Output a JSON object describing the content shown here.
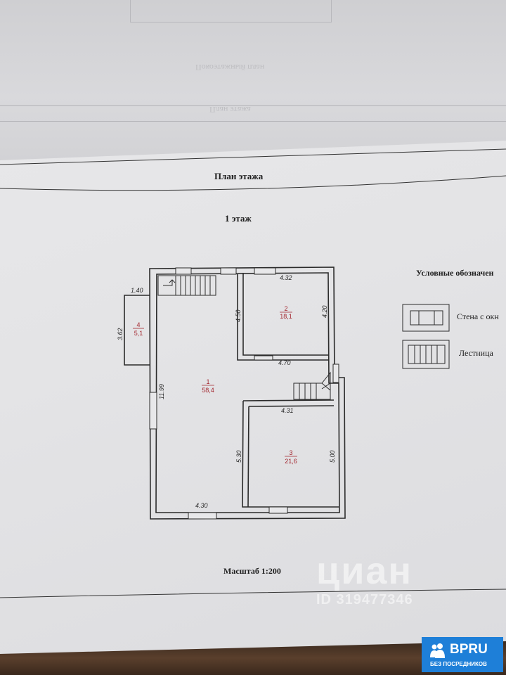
{
  "document": {
    "title": "План этажа",
    "floor": "1 этаж",
    "scale": "Масштаб 1:200"
  },
  "background_sheet": {
    "mirrored_text_1": "Покоэтажный план",
    "mirrored_text_2": "План этажа"
  },
  "rooms": [
    {
      "number": "1",
      "area": "58,4"
    },
    {
      "number": "2",
      "area": "18,1"
    },
    {
      "number": "3",
      "area": "21,6"
    },
    {
      "number": "4",
      "area": "5,1"
    }
  ],
  "dimensions": {
    "porch_width": "1.40",
    "porch_depth": "3.62",
    "room2_top": "4.32",
    "room2_left": "4.50",
    "room2_right": "4.20",
    "room2_bottom": "4.70",
    "main_left": "11.99",
    "room3_top": "4.31",
    "room3_left": "5.30",
    "room3_right": "5.00",
    "main_bottom": "4.30"
  },
  "legend": {
    "title": "Условные обозначен",
    "items": [
      {
        "label": "Стена с окн",
        "icon": "wall-with-window-symbol"
      },
      {
        "label": "Лестница",
        "icon": "staircase-symbol"
      }
    ]
  },
  "watermark": {
    "brand": "циан",
    "listing_id": "ID 319477346"
  },
  "badge": {
    "brand": "BPRU",
    "tagline": "БЕЗ ПОСРЕДНИКОВ",
    "color": "#1e7fd8"
  },
  "colors": {
    "walls": "#2b2b2b",
    "room_labels": "#a3262e",
    "paper": "#e6e6e8"
  }
}
